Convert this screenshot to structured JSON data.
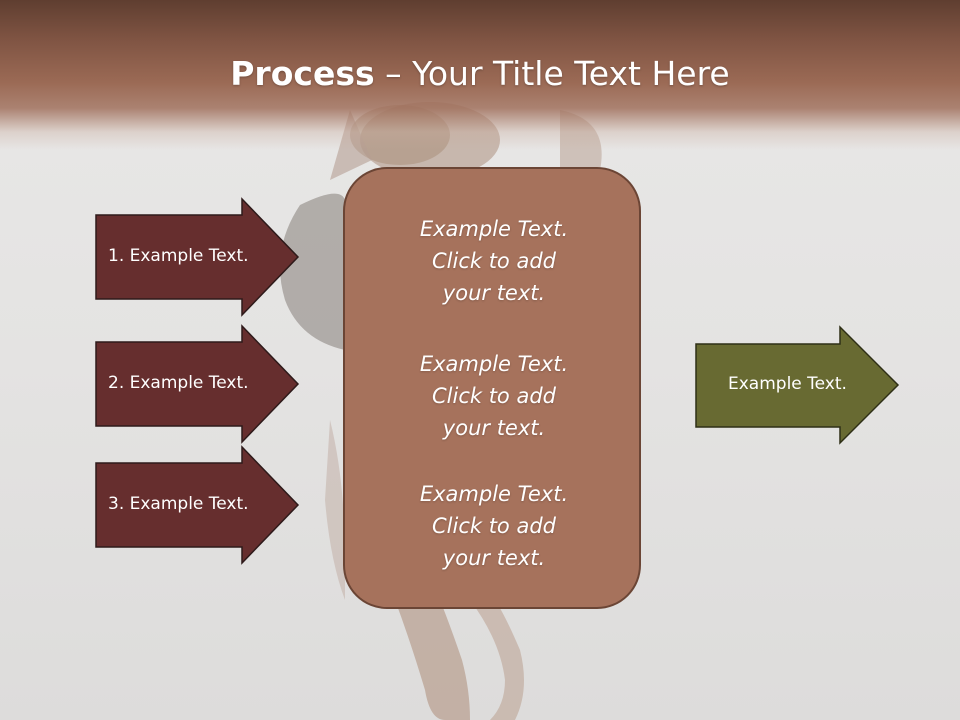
{
  "title": {
    "bold": "Process",
    "rest": " – Your Title Text Here"
  },
  "left_arrows": [
    {
      "label": "1. Example Text."
    },
    {
      "label": "2. Example Text."
    },
    {
      "label": "3. Example Text."
    }
  ],
  "center_box": {
    "blocks": [
      {
        "line1": "Example Text.",
        "line2": "Click  to add",
        "line3": "your text."
      },
      {
        "line1": "Example Text.",
        "line2": "Click  to add",
        "line3": "your text."
      },
      {
        "line1": "Example Text.",
        "line2": "Click  to add",
        "line3": "your text."
      }
    ]
  },
  "right_arrow": {
    "label": "Example Text."
  },
  "colors": {
    "title_band": "#7e5342",
    "left_arrow_fill": "#662e2e",
    "center_box_fill": "#a6725c",
    "right_arrow_fill": "#686a32"
  }
}
